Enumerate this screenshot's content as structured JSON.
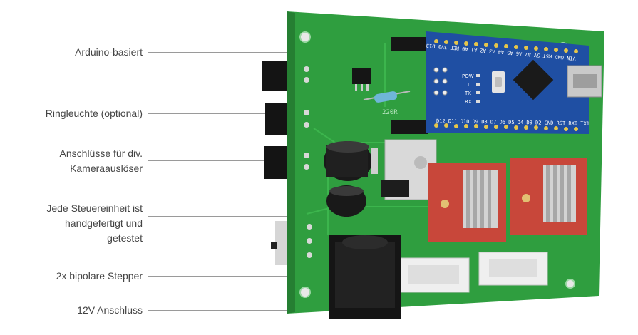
{
  "callouts": [
    {
      "lines": [
        "Arduino-basiert"
      ]
    },
    {
      "lines": [
        "Ringleuchte (optional)"
      ]
    },
    {
      "lines": [
        "Anschlüsse für div.",
        "Kameraauslöser"
      ]
    },
    {
      "lines": [
        "Jede Steuereinheit ist",
        "handgefertigt und",
        "getestet"
      ]
    },
    {
      "lines": [
        "2x bipolare Stepper"
      ]
    },
    {
      "lines": [
        "12V Anschluss"
      ]
    }
  ],
  "board_silkscreen": {
    "resistor": "220R",
    "nano_top_pins": "D12 D11 D10 D9 D8 D7 D6 D5 D4 D3 D2 GND RST RX0 TX1",
    "nano_bottom_pins": "VIN GND RST 5V A7 A6 A5 A4 A3 A2 A1 A0 REF 3V3 D13",
    "leds": [
      "POW",
      "L",
      "TX",
      "RX"
    ]
  },
  "colors": {
    "pcb": "#2f9e3f",
    "nano": "#1f4fa3",
    "driver": "#c8473a",
    "label_text": "#444444",
    "leader": "#9a9a9a"
  }
}
